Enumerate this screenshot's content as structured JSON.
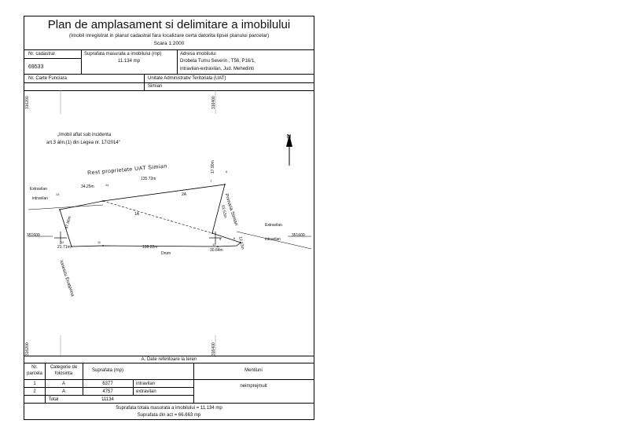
{
  "header": {
    "title": "Plan de amplasament si delimitare a imobilului",
    "subtitle": "(Imobil inregistrat in planul cadastral fara localizare certa datorita lipsei planului parcelar)",
    "scale": "Scara 1:2000"
  },
  "info": {
    "nr_cadastral_label": "Nr. cadastral",
    "nr_cadastral_value": "69533",
    "suprafata_label": "Suprafata masurata a imobilului (mp)",
    "suprafata_value": "11.134 mp",
    "adresa_label": "Adresa imobilului",
    "adresa_line1": "Drobeta Tumu Severin , T56, P16/1,",
    "adresa_line2": "intravilan-extravilan, Jud. Mehedinti",
    "carte_label": "Nr. Carte Funciara",
    "uat_label": "Unitate Administrativ Teritoriala (UAT)",
    "uat_value": "Simian"
  },
  "plan": {
    "note_line1": "„Imobil aflat sub incidenta",
    "note_line2": "art.3 alin.(1) din Legea nr. 17/2014“",
    "coord_top_left": "316200",
    "coord_top_right": "316400",
    "coord_bottom_left": "316200",
    "coord_bottom_right": "316400",
    "coord_y_left": "351600",
    "coord_y_right": "351600",
    "rest_label": "Rest proprietate UAT Simian",
    "primaria_label": "Primaria Simian",
    "ionescu_label": "Ionescu Ecaterina",
    "drum_label": "Drum",
    "extravilan_left": "Extravilan",
    "intravilan_left": "intravilan",
    "extravilan_right": "Extravilan",
    "intravilan_right": "intravilan",
    "north": "N",
    "parcel_1": "1A",
    "parcel_2": "2A",
    "dims": {
      "d1": "34.25m",
      "d2": "135.72m",
      "d3": "17.90m",
      "d4": "62.53m",
      "d5": "12.13m",
      "d6": "30.64m",
      "d7": "138.22m",
      "d8": "21.71m",
      "d9": "47.96m"
    },
    "points": {
      "p6": "6",
      "p7": "7",
      "p8": "8",
      "p9": "9",
      "p10": "10",
      "p11": "11",
      "p12": "12",
      "p13": "13",
      "p14": "14"
    }
  },
  "section_a": {
    "title": "A. Date referitoare la teren",
    "col_nr": [
      "Nr.",
      "parcela"
    ],
    "col_cat": [
      "Categorie de",
      "folosinta"
    ],
    "col_supr": "Suprafata (mp)",
    "col_ment": "Mentiuni",
    "rows": [
      {
        "nr": "1",
        "cat": "A",
        "supr": "6377",
        "zone": "intravilan"
      },
      {
        "nr": "2",
        "cat": "A",
        "supr": "4757",
        "zone": "extravilan"
      }
    ],
    "mentiune": "neimprejmuit",
    "total_label": "Total",
    "total_value": "11134",
    "footer_line1": "Suprafata totala masurata a imobilului = 11.134 mp",
    "footer_line2": "Suprafata din act = 66.663 mp"
  }
}
